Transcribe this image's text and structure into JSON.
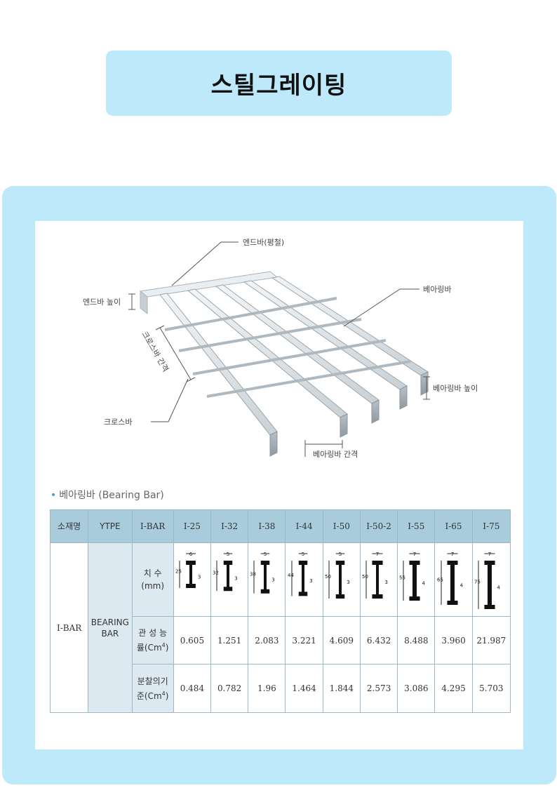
{
  "page": {
    "title": "스틸그레이팅"
  },
  "diagram": {
    "labels": {
      "end_bar": "엔드바(평철)",
      "bearing_bar": "베아링바",
      "end_bar_height": "엔드바 높이",
      "cross_bar_spacing": "크로스바 간격",
      "bearing_bar_height": "베아링바 높이",
      "cross_bar": "크로스바",
      "bearing_bar_spacing": "베아링바 간격"
    }
  },
  "section": {
    "bullet": "•",
    "label": "베아링바 (Bearing Bar)"
  },
  "table": {
    "headers": [
      "소재명",
      "YTPE",
      "I-BAR",
      "I-25",
      "I-32",
      "I-38",
      "I-44",
      "I-50",
      "I-50-2",
      "I-55",
      "I-65",
      "I-75"
    ],
    "material": "I-BAR",
    "type_line1": "BEARING",
    "type_line2": "BAR",
    "rows": {
      "dimension": {
        "line1": "치 수",
        "line2": "(mm)"
      },
      "inertia": {
        "line1": "관 성 능",
        "line2": "률(Cm",
        "sup": "4",
        "close": ")",
        "values": [
          "0.605",
          "1.251",
          "2.083",
          "3.221",
          "4.609",
          "6.432",
          "8.488",
          "3.960",
          "21.987"
        ]
      },
      "modulus": {
        "line1": "분찰의기",
        "line2": "준(Cm",
        "sup": "4",
        "close": ")",
        "values": [
          "0.484",
          "0.782",
          "1.96",
          "1.464",
          "1.844",
          "2.573",
          "3.086",
          "4.295",
          "5.703"
        ]
      }
    },
    "sections": [
      {
        "width": "6",
        "height": "25",
        "web": "3"
      },
      {
        "width": "5",
        "height": "32",
        "web": "3"
      },
      {
        "width": "5",
        "height": "38",
        "web": "3"
      },
      {
        "width": "5",
        "height": "44",
        "web": "3"
      },
      {
        "width": "5",
        "height": "50",
        "web": "3"
      },
      {
        "width": "7",
        "height": "50",
        "web": "3"
      },
      {
        "width": "7",
        "height": "55",
        "web": "4"
      },
      {
        "width": "7",
        "height": "65",
        "web": "4"
      },
      {
        "width": "7",
        "height": "75",
        "web": "4"
      }
    ]
  }
}
